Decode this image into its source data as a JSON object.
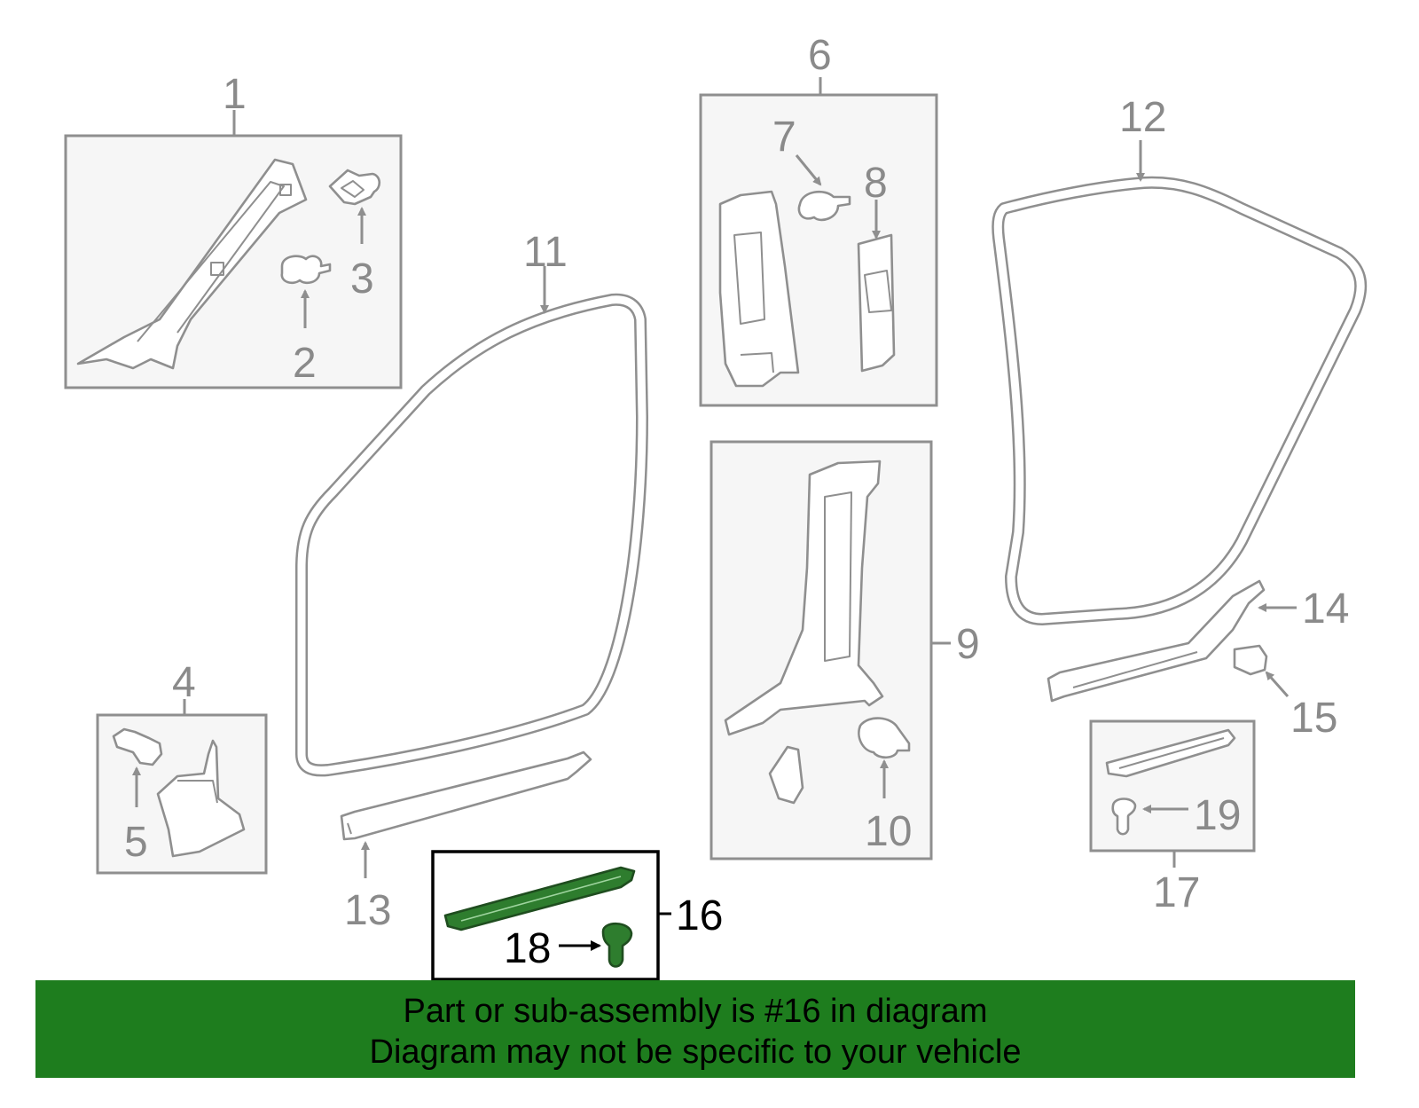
{
  "diagram": {
    "callouts": {
      "c1": "1",
      "c2": "2",
      "c3": "3",
      "c4": "4",
      "c5": "5",
      "c6": "6",
      "c7": "7",
      "c8": "8",
      "c9": "9",
      "c10": "10",
      "c11": "11",
      "c12": "12",
      "c13": "13",
      "c14": "14",
      "c15": "15",
      "c16": "16",
      "c17": "17",
      "c18": "18",
      "c19": "19"
    },
    "highlighted_part": "16",
    "colors": {
      "highlight_fill": "#2e7d2e",
      "banner": "#1e7d1e",
      "line_gray": "#8f8f8f",
      "box_fill": "#f6f6f6"
    }
  },
  "banner": {
    "line1": "Part or sub-assembly is #16 in diagram",
    "line2": "Diagram may not be specific to your vehicle"
  }
}
